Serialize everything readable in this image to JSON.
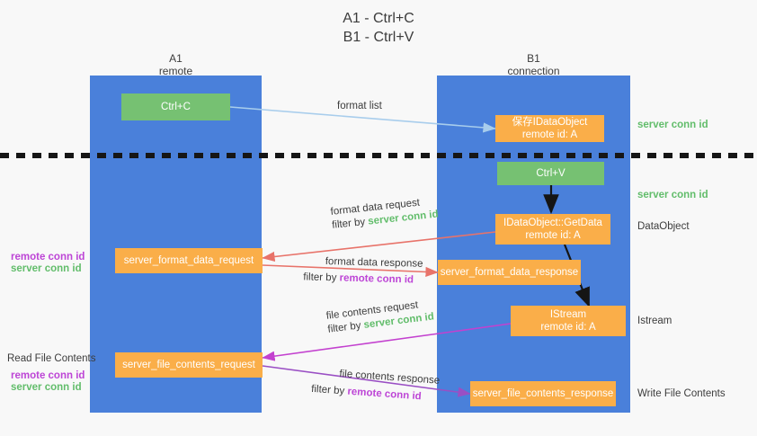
{
  "title": {
    "line1": "A1 - Ctrl+C",
    "line2": "B1 - Ctrl+V"
  },
  "columns": [
    {
      "name": "A1",
      "sub": "remote"
    },
    {
      "name": "B1",
      "sub": "connection"
    }
  ],
  "nodes": {
    "ctrl_c": {
      "label": "Ctrl+C"
    },
    "save_dataobject": {
      "label": "保存IDataObject",
      "sub": "remote id: A"
    },
    "ctrl_v": {
      "label": "Ctrl+V"
    },
    "getdata": {
      "label": "IDataObject::GetData",
      "sub": "remote id: A"
    },
    "format_data_request": {
      "label": "server_format_data_request"
    },
    "format_data_response": {
      "label": "server_format_data_response"
    },
    "istream": {
      "label": "IStream",
      "sub": "remote id: A"
    },
    "file_contents_request": {
      "label": "server_file_contents_request"
    },
    "file_contents_response": {
      "label": "server_file_contents_response"
    }
  },
  "edges": {
    "format_list": {
      "label": "format list"
    },
    "format_data_request": {
      "line1": "format data request",
      "line2_prefix": "filter by ",
      "line2_value": "server conn id"
    },
    "format_data_response": {
      "line1": "format data response",
      "line2_prefix": "filter by ",
      "line2_value": "remote conn id"
    },
    "file_contents_request": {
      "line1": "file contents request",
      "line2_prefix": "filter by ",
      "line2_value": "server conn id"
    },
    "file_contents_response": {
      "line1": "file contents response",
      "line2_prefix": "filter by ",
      "line2_value": "remote conn id"
    }
  },
  "right_labels": [
    {
      "text": "server conn id",
      "kind": "green"
    },
    {
      "text": "server conn id",
      "kind": "green"
    },
    {
      "text": "DataObject",
      "kind": "dark"
    },
    {
      "text": "Istream",
      "kind": "dark"
    },
    {
      "text": "Write File Contents",
      "kind": "dark"
    }
  ],
  "left_labels": {
    "group1_remote": "remote conn id",
    "group1_server": "server conn id",
    "read_file_contents": "Read File Contents",
    "group2_remote": "remote conn id",
    "group2_server": "server conn id"
  },
  "colors": {
    "panel": "#4a80da",
    "green_node": "#76c172",
    "orange_node": "#faae49",
    "green_text": "#62bd6b",
    "purple_text": "#bd45d6",
    "arrow_blue": "#a8cdec",
    "arrow_red": "#e8736a",
    "arrow_magenta": "#c341cf",
    "arrow_purple": "#9a4fc4",
    "arrow_black": "#151515",
    "background": "#f8f8f8"
  }
}
